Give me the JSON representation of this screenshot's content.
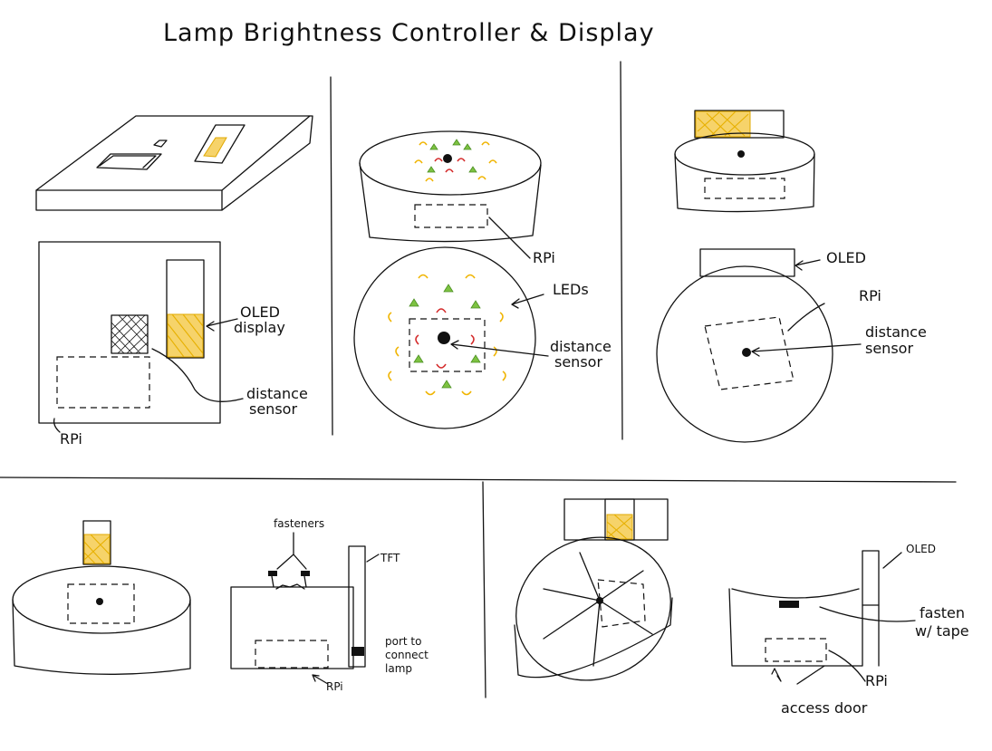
{
  "title": "Lamp Brightness Controller & Display",
  "labels": {
    "oled_display_line1": "OLED",
    "oled_display_line2": "display",
    "distance_sensor_a_line1": "distance",
    "distance_sensor_a_line2": "sensor",
    "rpi_a": "RPi",
    "rpi_b": "RPi",
    "leds": "LEDs",
    "distance_sensor_b_line1": "distance",
    "distance_sensor_b_line2": "sensor",
    "oled_c": "OLED",
    "rpi_c": "RPi",
    "distance_sensor_c_line1": "distance",
    "distance_sensor_c_line2": "sensor",
    "fasteners": "fasteners",
    "tft": "TFT",
    "port_line1": "port to",
    "port_line2": "connect",
    "port_line3": "lamp",
    "rpi_d": "RPi",
    "oled_e": "OLED",
    "fasten_line1": "fasten",
    "fasten_line2": "w/ tape",
    "rpi_e": "RPi",
    "access_door": "access door"
  },
  "colors": {
    "ink": "#111111",
    "yellow": "#f6d36a",
    "led_red": "#d42a2a",
    "led_green": "#7dc242",
    "led_orange": "#f0b400"
  }
}
